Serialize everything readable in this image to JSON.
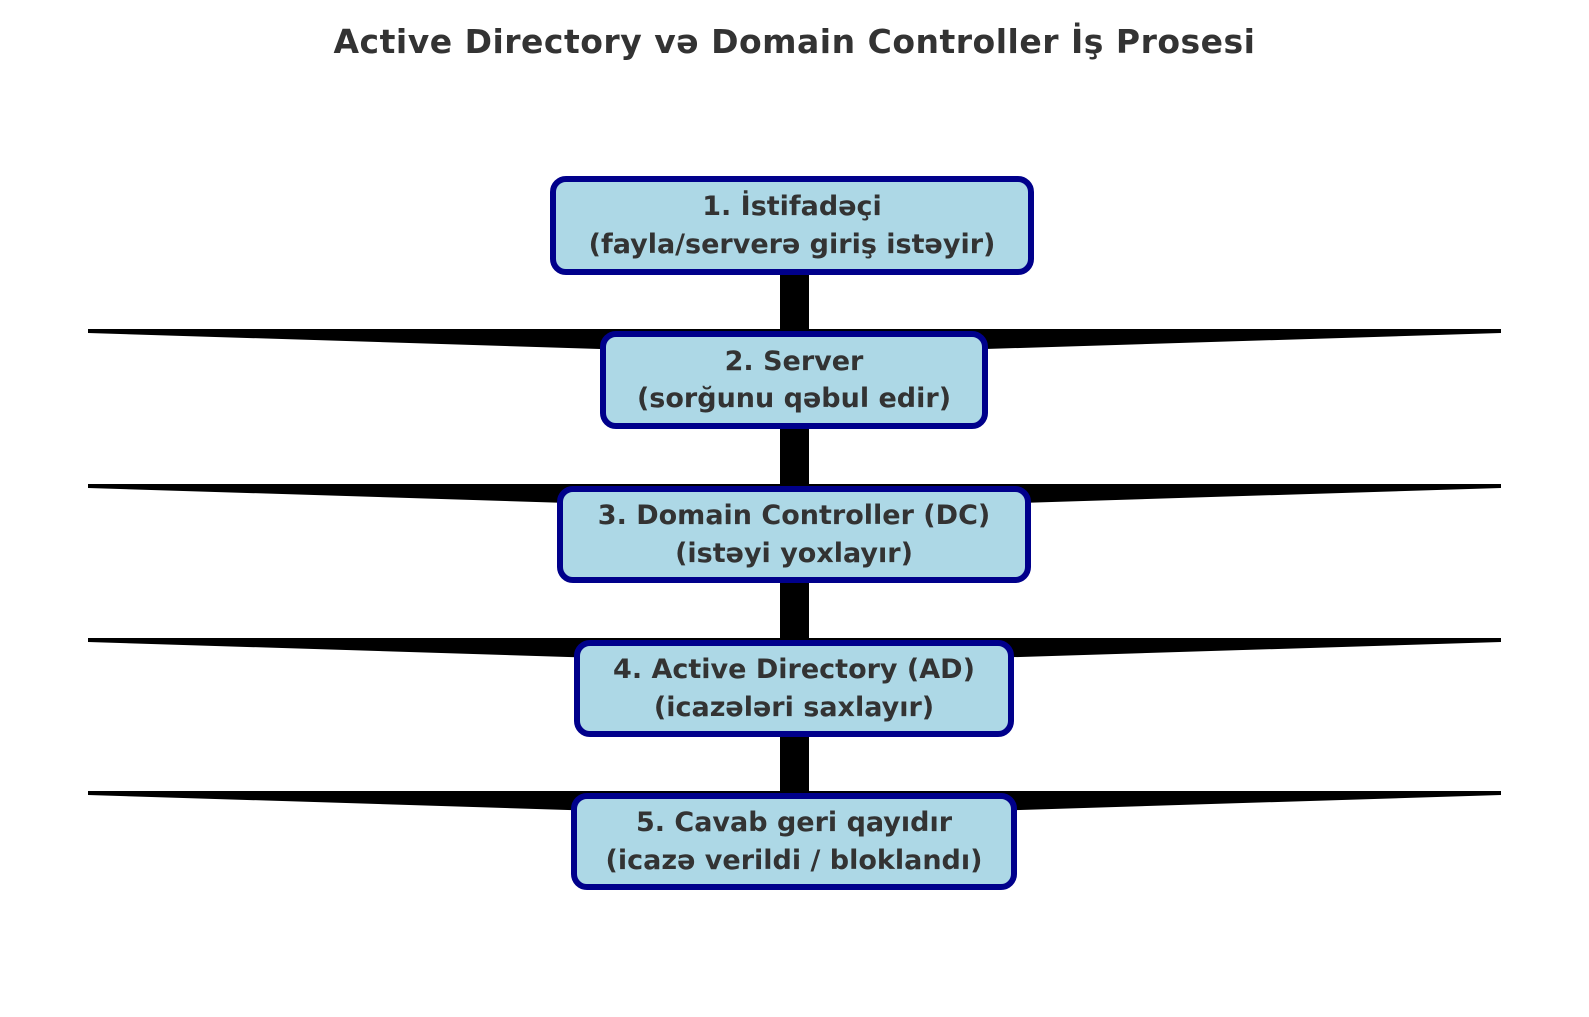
{
  "diagram": {
    "title": "Active Directory və Domain Controller İş Prosesi",
    "steps": [
      {
        "line1": "1. İstifadəçi",
        "line2": "(fayla/serverə giriş istəyir)"
      },
      {
        "line1": "2. Server",
        "line2": "(sorğunu qəbul edir)"
      },
      {
        "line1": "3. Domain Controller (DC)",
        "line2": "(istəyi yoxlayır)"
      },
      {
        "line1": "4. Active Directory (AD)",
        "line2": "(icazələri saxlayır)"
      },
      {
        "line1": "5. Cavab geri qayıdır",
        "line2": "(icazə verildi / bloklandı)"
      }
    ],
    "colors": {
      "box_fill": "#ADD8E6",
      "box_border": "#00008B",
      "connector": "#000000",
      "text": "#333333",
      "background": "#FFFFFF"
    }
  }
}
